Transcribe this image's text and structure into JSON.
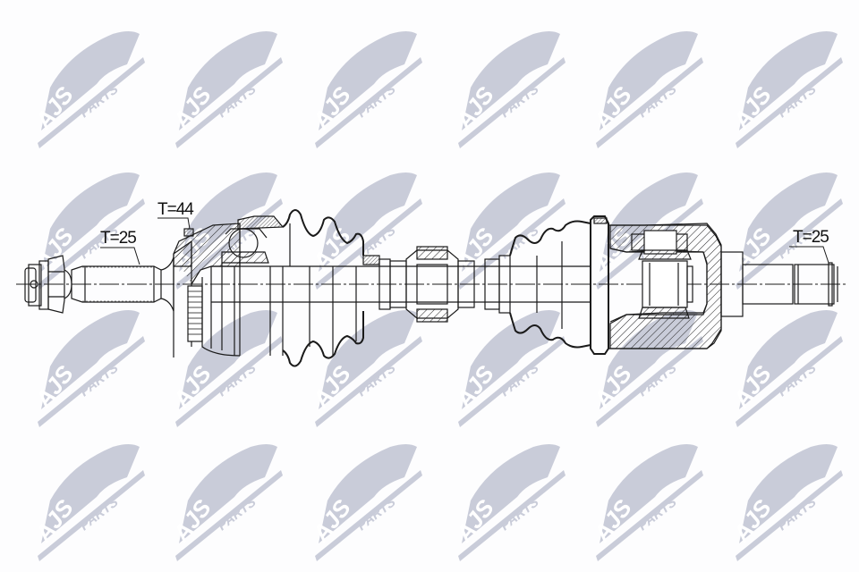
{
  "image": {
    "type": "technical-drawing",
    "subject": "drive-shaft cross-section"
  },
  "watermark": {
    "brand": "AJS",
    "sub": "PARTS",
    "color": "#c9ccd9",
    "rows": [
      30,
      190,
      345,
      490
    ],
    "cols": [
      40,
      195,
      350,
      510,
      665,
      820
    ]
  },
  "annotations": {
    "left_spline": "T=25",
    "abs_ring": "T=44",
    "right_spline": "T=25"
  },
  "colors": {
    "line": "#1a1a1a",
    "hatch": "#2a2a2a",
    "background": "#fdfdfe"
  }
}
